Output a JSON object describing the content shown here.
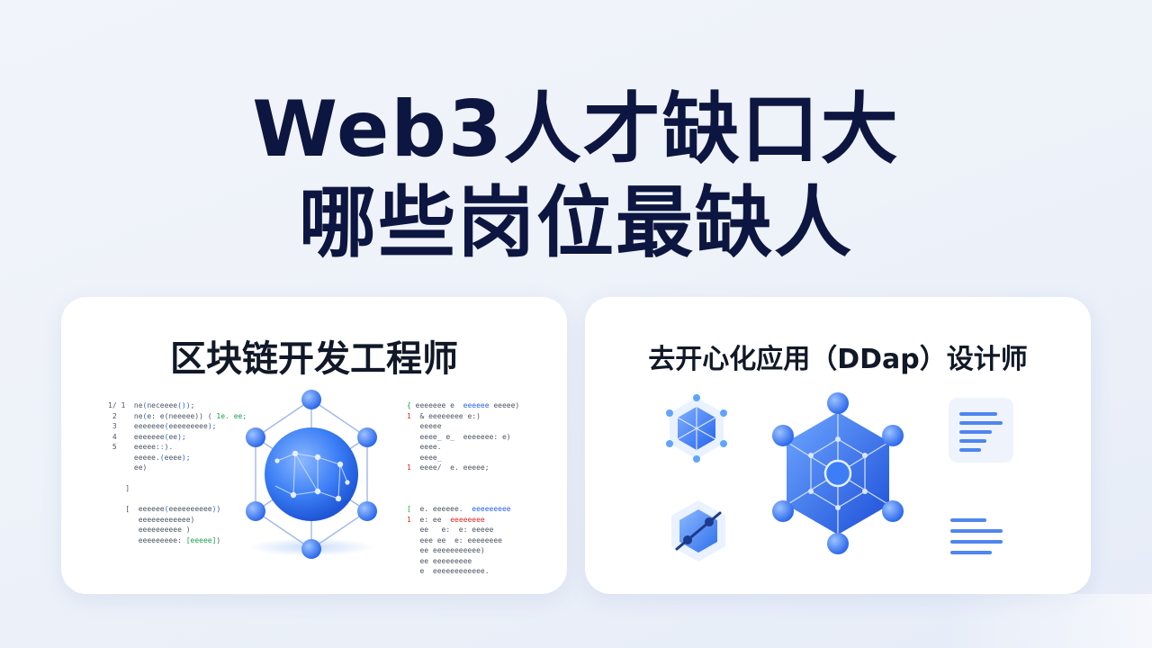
{
  "headline": {
    "line1": "Web3人才缺口大",
    "line2": "哪些岗位最缺人"
  },
  "cards": [
    {
      "title": "区块链开发工程师",
      "illustration": "network-sphere-icon"
    },
    {
      "title": "去开心化应用（DDap）设计师",
      "illustration": "network-hexagon-icon"
    }
  ],
  "colors": {
    "headline": "#0d1640",
    "accent_blue": "#3b82f6",
    "card_bg": "#ffffff"
  }
}
